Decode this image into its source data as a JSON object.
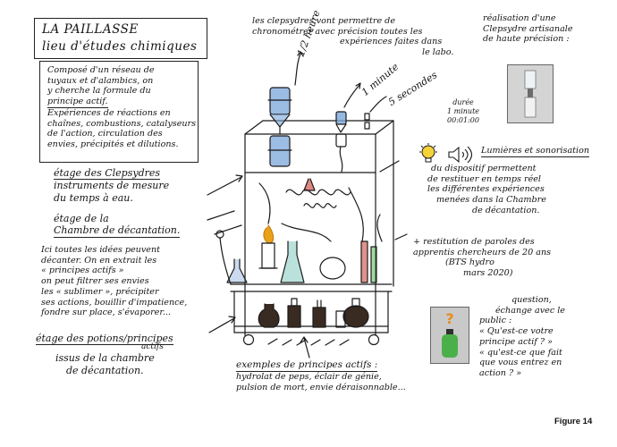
{
  "title_box": {
    "lines": [
      "LA PAILLASSE",
      "lieu d'études chimiques"
    ]
  },
  "description_box": {
    "lines": [
      "Composé d'un réseau de",
      "tuyaux et d'alambics, on",
      "y cherche la formule du",
      "principe actif.",
      "Expériences de réactions en",
      "chaînes, combustions, catalyseurs",
      "de l'action, circulation des",
      "envies, précipités et dilutions."
    ]
  },
  "clepsydres_section": {
    "lines": [
      "étage des Clepsydres",
      "instruments de mesure",
      "du temps à eau."
    ]
  },
  "decantation_section": {
    "heading": [
      "étage de la",
      "Chambre de décantation."
    ],
    "lines": [
      "Ici toutes les idées peuvent",
      "décanter. On en extrait les",
      "« principes actifs »",
      "on peut filtrer ses envies",
      "les « sublimer », précipiter",
      "ses actions, bouillir d'impatience,",
      "fondre sur place, s'évaporer..."
    ]
  },
  "potions_section": {
    "lines": [
      "étage des potions/principes",
      "actifs",
      "issus de la chambre",
      "de décantation."
    ]
  },
  "top_note": {
    "lines": [
      "les clepsydres vont permettre de",
      "chronométrer avec précision toutes les",
      "expériences faites dans",
      "le labo."
    ]
  },
  "time_labels": {
    "half_hour": "1/2 heure",
    "one_minute": "1 minute",
    "five_seconds": "5 secondes"
  },
  "clepsydre_realisation": {
    "caption": [
      "réalisation d'une",
      "Clepsydre artisanale",
      "de haute précision :"
    ],
    "duration": [
      "durée",
      "1 minute",
      "00:01:00"
    ]
  },
  "lumieres_section": {
    "lines": [
      "Lumières et sonorisation",
      "du dispositif permettent",
      "de restituer en temps réel",
      "les différentes expériences",
      "menées dans la Chambre",
      "de décantation."
    ],
    "bulb_icon": "lightbulb-icon",
    "speaker_icon": "speaker-icon"
  },
  "restitution_note": {
    "lines": [
      "+ restitution de paroles des",
      "apprentis chercheurs de 20 ans",
      "(BTS hydro",
      "mars 2020)"
    ]
  },
  "question_note": {
    "lines": [
      "question,",
      "échange avec le",
      "public :",
      "« Qu'est-ce votre",
      "principe actif ? »",
      "« qu'est-ce que fait",
      "que vous entrez en",
      "action ? »"
    ]
  },
  "examples_note": {
    "heading": "exemples de principes actifs :",
    "lines": [
      "hydrolat de peps, éclair de génie,",
      "pulsion de mort, envie déraisonnable..."
    ]
  },
  "figure_label": "Figure 14",
  "colors": {
    "ink": "#141414",
    "flame": "#e8a21a",
    "bulb_yellow": "#f3d23a",
    "clepsydre_blue": "#7aa6d9",
    "flask_red": "#c8382e",
    "flask_green": "#4bb04a",
    "teal": "#1f9c8a",
    "potion_dark": "#3a2b22"
  }
}
